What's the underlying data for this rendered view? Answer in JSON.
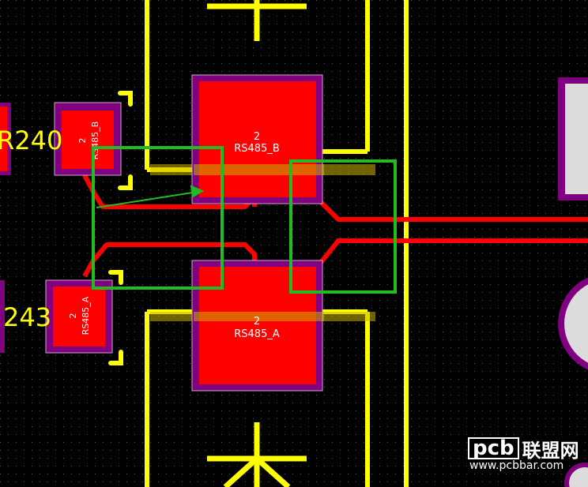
{
  "board": {
    "colors": {
      "background": "#000000",
      "grid_dot": "#555555",
      "silkscreen": "#ffff00",
      "copper": "#ff0000",
      "pad_outline": "#800080",
      "selection_box": "#22bb22",
      "highlight": "#c8b400"
    },
    "designators": {
      "r240": "R240",
      "r243": "243"
    },
    "pads": {
      "left_b_number": "2",
      "left_b_net": "RS485_B",
      "left_a_number": "2",
      "left_a_net": "RS485_A",
      "big_b_number": "2",
      "big_b_net": "RS485_B",
      "big_a_number": "2",
      "big_a_net": "RS485_A"
    }
  },
  "watermark": {
    "logo_text": "pcb",
    "chinese_text": "联盟网",
    "url": "www.pcbbar.com"
  }
}
